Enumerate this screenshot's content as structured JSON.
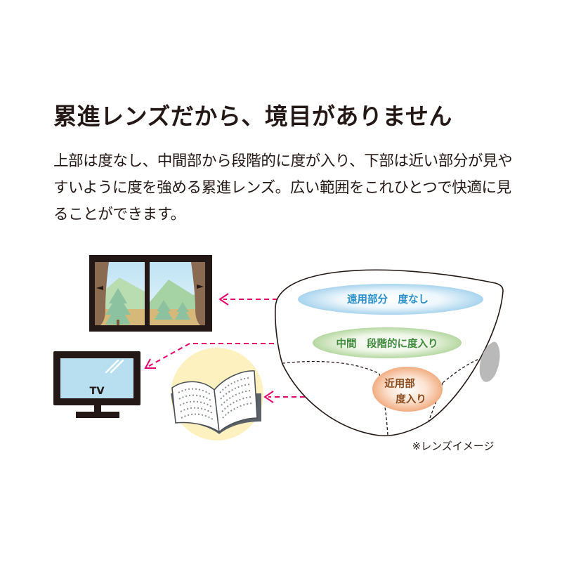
{
  "title": "累進レンズだから、境目がありません",
  "description": {
    "lines": [
      "上部は度なし、中間部から段階的に度が入り、下部は近い部分が見や",
      "すいように度を強める累進レンズ。広い範囲をこれひとつで快適に見",
      "ることができます。"
    ]
  },
  "lens": {
    "zones": {
      "far": {
        "label": "遠用部分　度なし",
        "color": "#2a8fc8"
      },
      "middle": {
        "label": "中間　段階的に度入り",
        "color": "#3f8a3a"
      },
      "near": {
        "line1": "近用部",
        "line2": "度入り",
        "color": "#8a4a1d"
      }
    }
  },
  "objects": {
    "tv": {
      "label": "TV"
    }
  },
  "colors": {
    "arrow": "#e3006e",
    "outline": "#231815",
    "tv_screen": "#b7dff0"
  },
  "icons": [
    "window-landscape-icon",
    "tv-icon",
    "open-book-icon",
    "arrow-left-icon"
  ],
  "caption": "※レンズイメージ"
}
